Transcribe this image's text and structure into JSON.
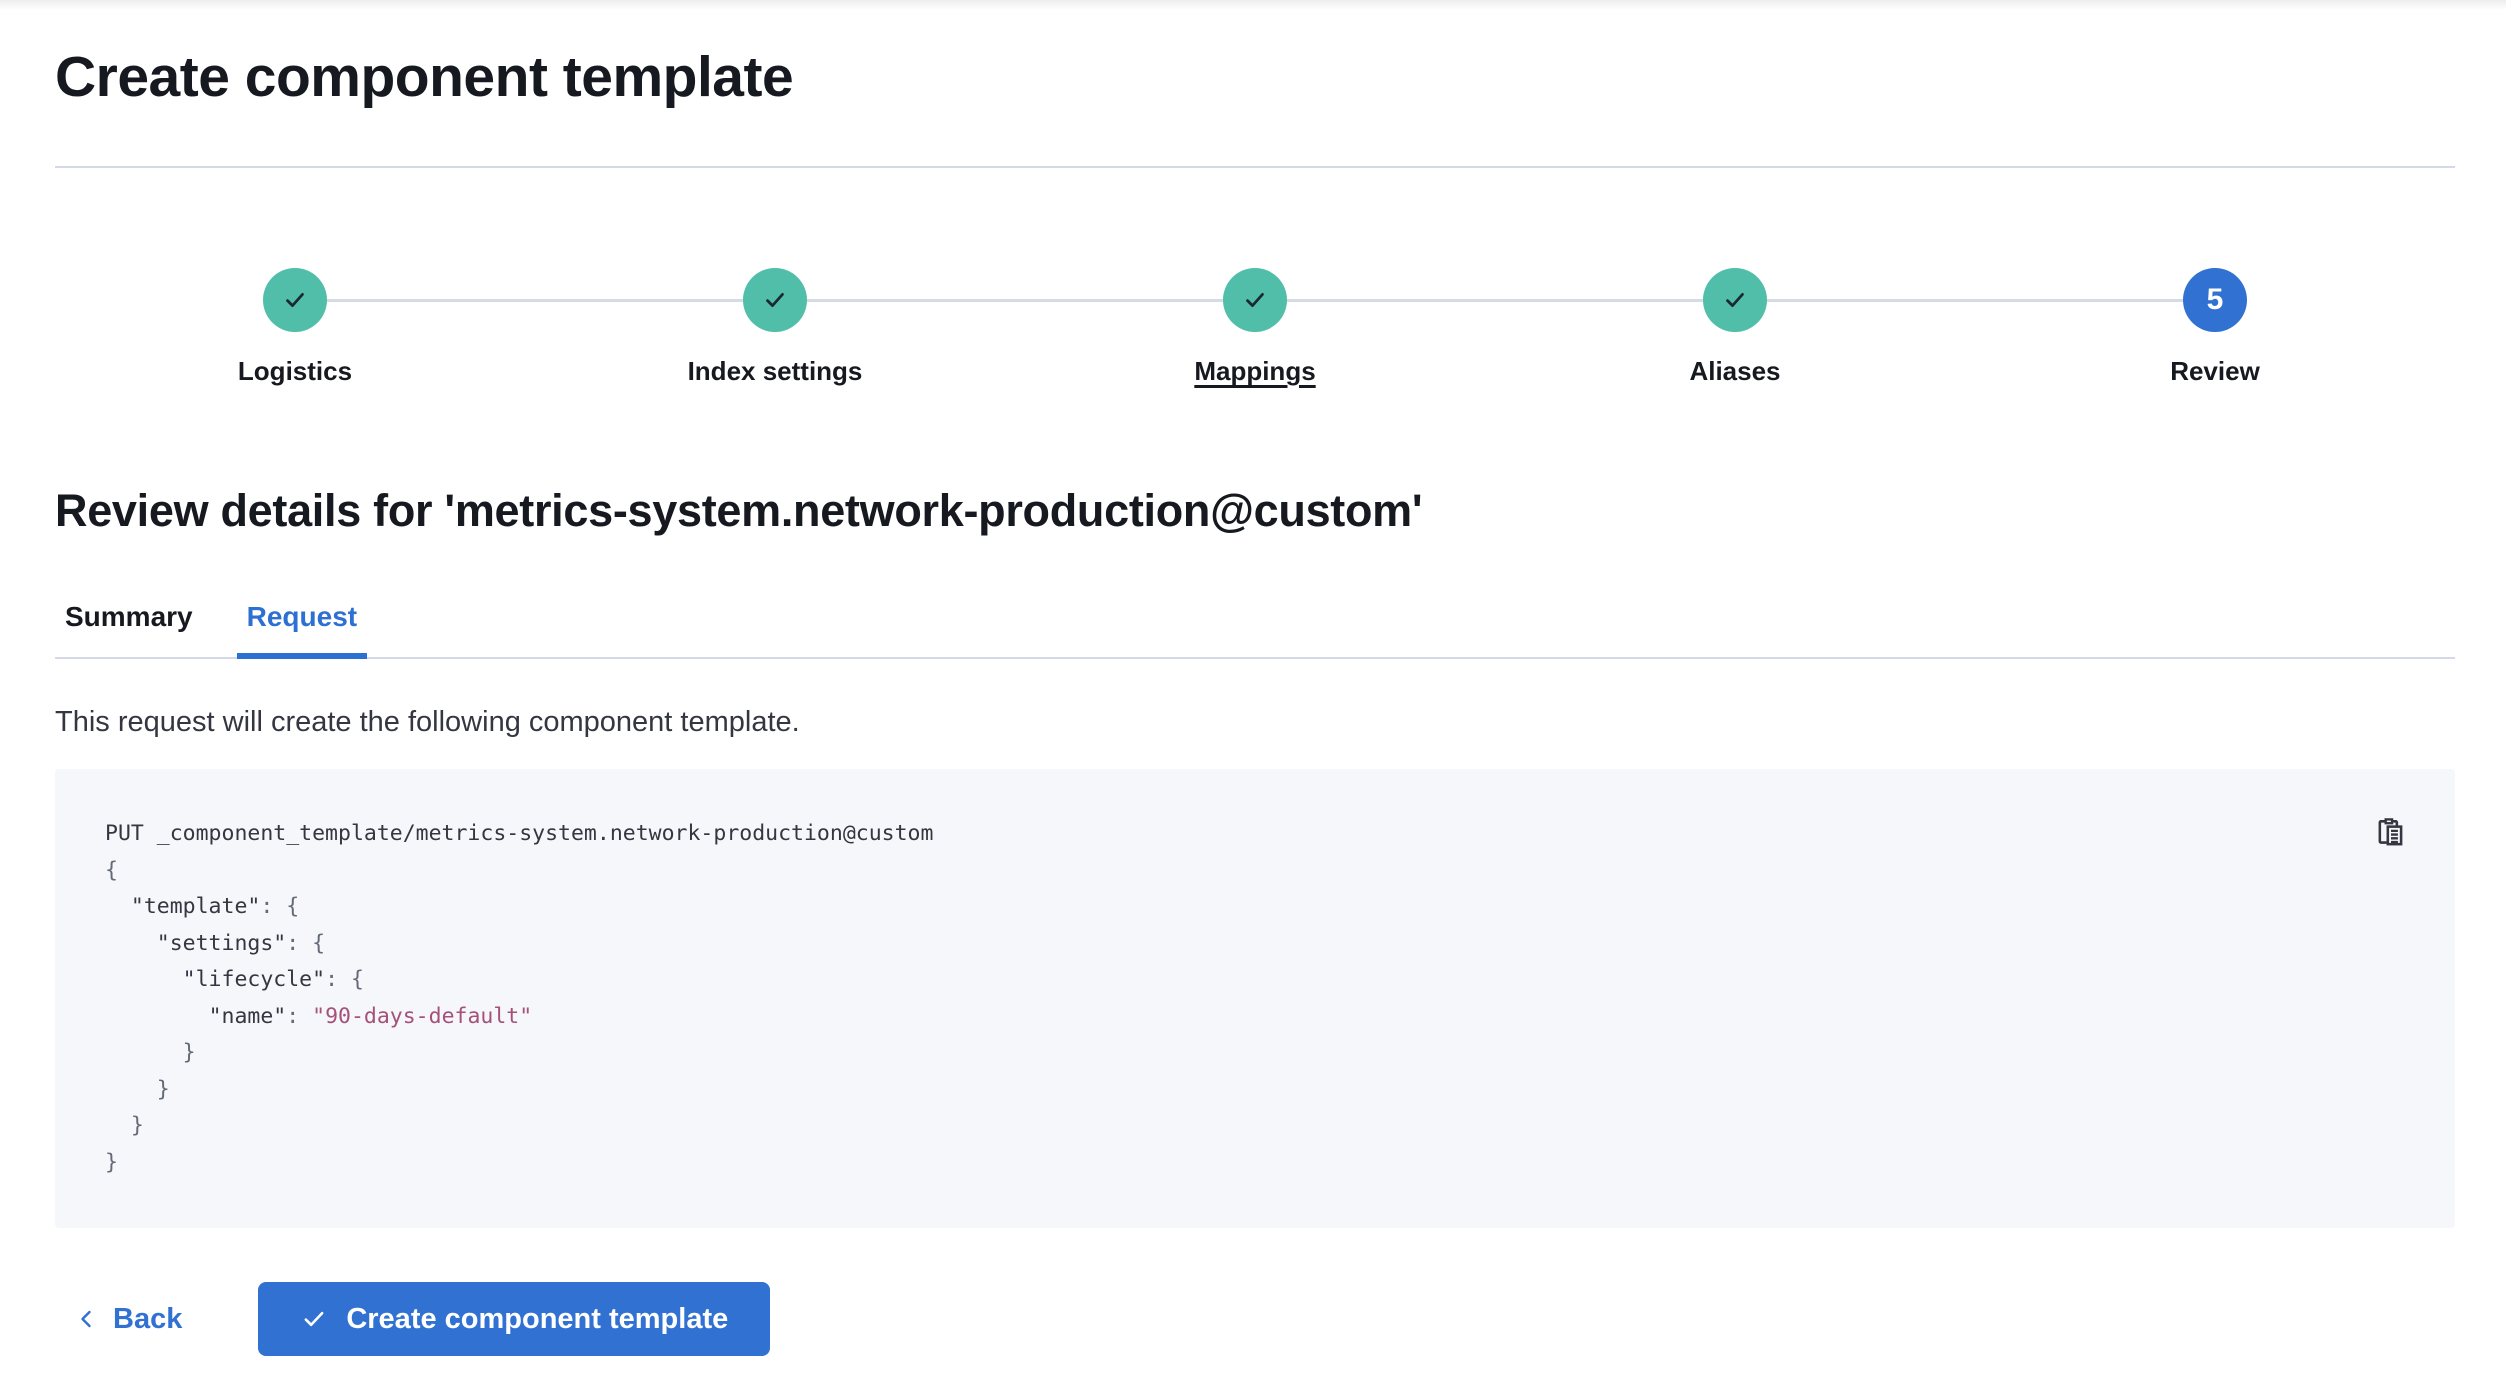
{
  "header": {
    "title": "Create component template"
  },
  "stepper": {
    "steps": [
      {
        "label": "Logistics",
        "status": "complete"
      },
      {
        "label": "Index settings",
        "status": "complete"
      },
      {
        "label": "Mappings",
        "status": "complete",
        "underlined": true
      },
      {
        "label": "Aliases",
        "status": "complete"
      },
      {
        "label": "Review",
        "status": "current",
        "number": "5"
      }
    ]
  },
  "review": {
    "heading": "Review details for 'metrics-system.network-production@custom'",
    "tabs": [
      {
        "label": "Summary",
        "active": false
      },
      {
        "label": "Request",
        "active": true
      }
    ],
    "description": "This request will create the following component template."
  },
  "request_code": {
    "lines": [
      [
        [
          "plain",
          "PUT _component_template/metrics-system.network-production@custom"
        ]
      ],
      [
        [
          "punct",
          "{"
        ]
      ],
      [
        [
          "plain",
          "  "
        ],
        [
          "key",
          "\"template\""
        ],
        [
          "punct",
          ": {"
        ]
      ],
      [
        [
          "plain",
          "    "
        ],
        [
          "key",
          "\"settings\""
        ],
        [
          "punct",
          ": {"
        ]
      ],
      [
        [
          "plain",
          "      "
        ],
        [
          "key",
          "\"lifecycle\""
        ],
        [
          "punct",
          ": {"
        ]
      ],
      [
        [
          "plain",
          "        "
        ],
        [
          "key",
          "\"name\""
        ],
        [
          "punct",
          ": "
        ],
        [
          "string",
          "\"90-days-default\""
        ]
      ],
      [
        [
          "punct",
          "      }"
        ]
      ],
      [
        [
          "punct",
          "    }"
        ]
      ],
      [
        [
          "punct",
          "  }"
        ]
      ],
      [
        [
          "punct",
          "}"
        ]
      ]
    ]
  },
  "footer": {
    "back_label": "Back",
    "create_label": "Create component template"
  },
  "colors": {
    "primary_blue": "#3171d1",
    "success_teal": "#50bea8",
    "divider_gray": "#d3dae6",
    "code_background": "#f5f7fa",
    "code_text": "#343741",
    "code_punctuation": "#646a77",
    "code_string": "#a5517b",
    "heading_text": "#16191f"
  }
}
